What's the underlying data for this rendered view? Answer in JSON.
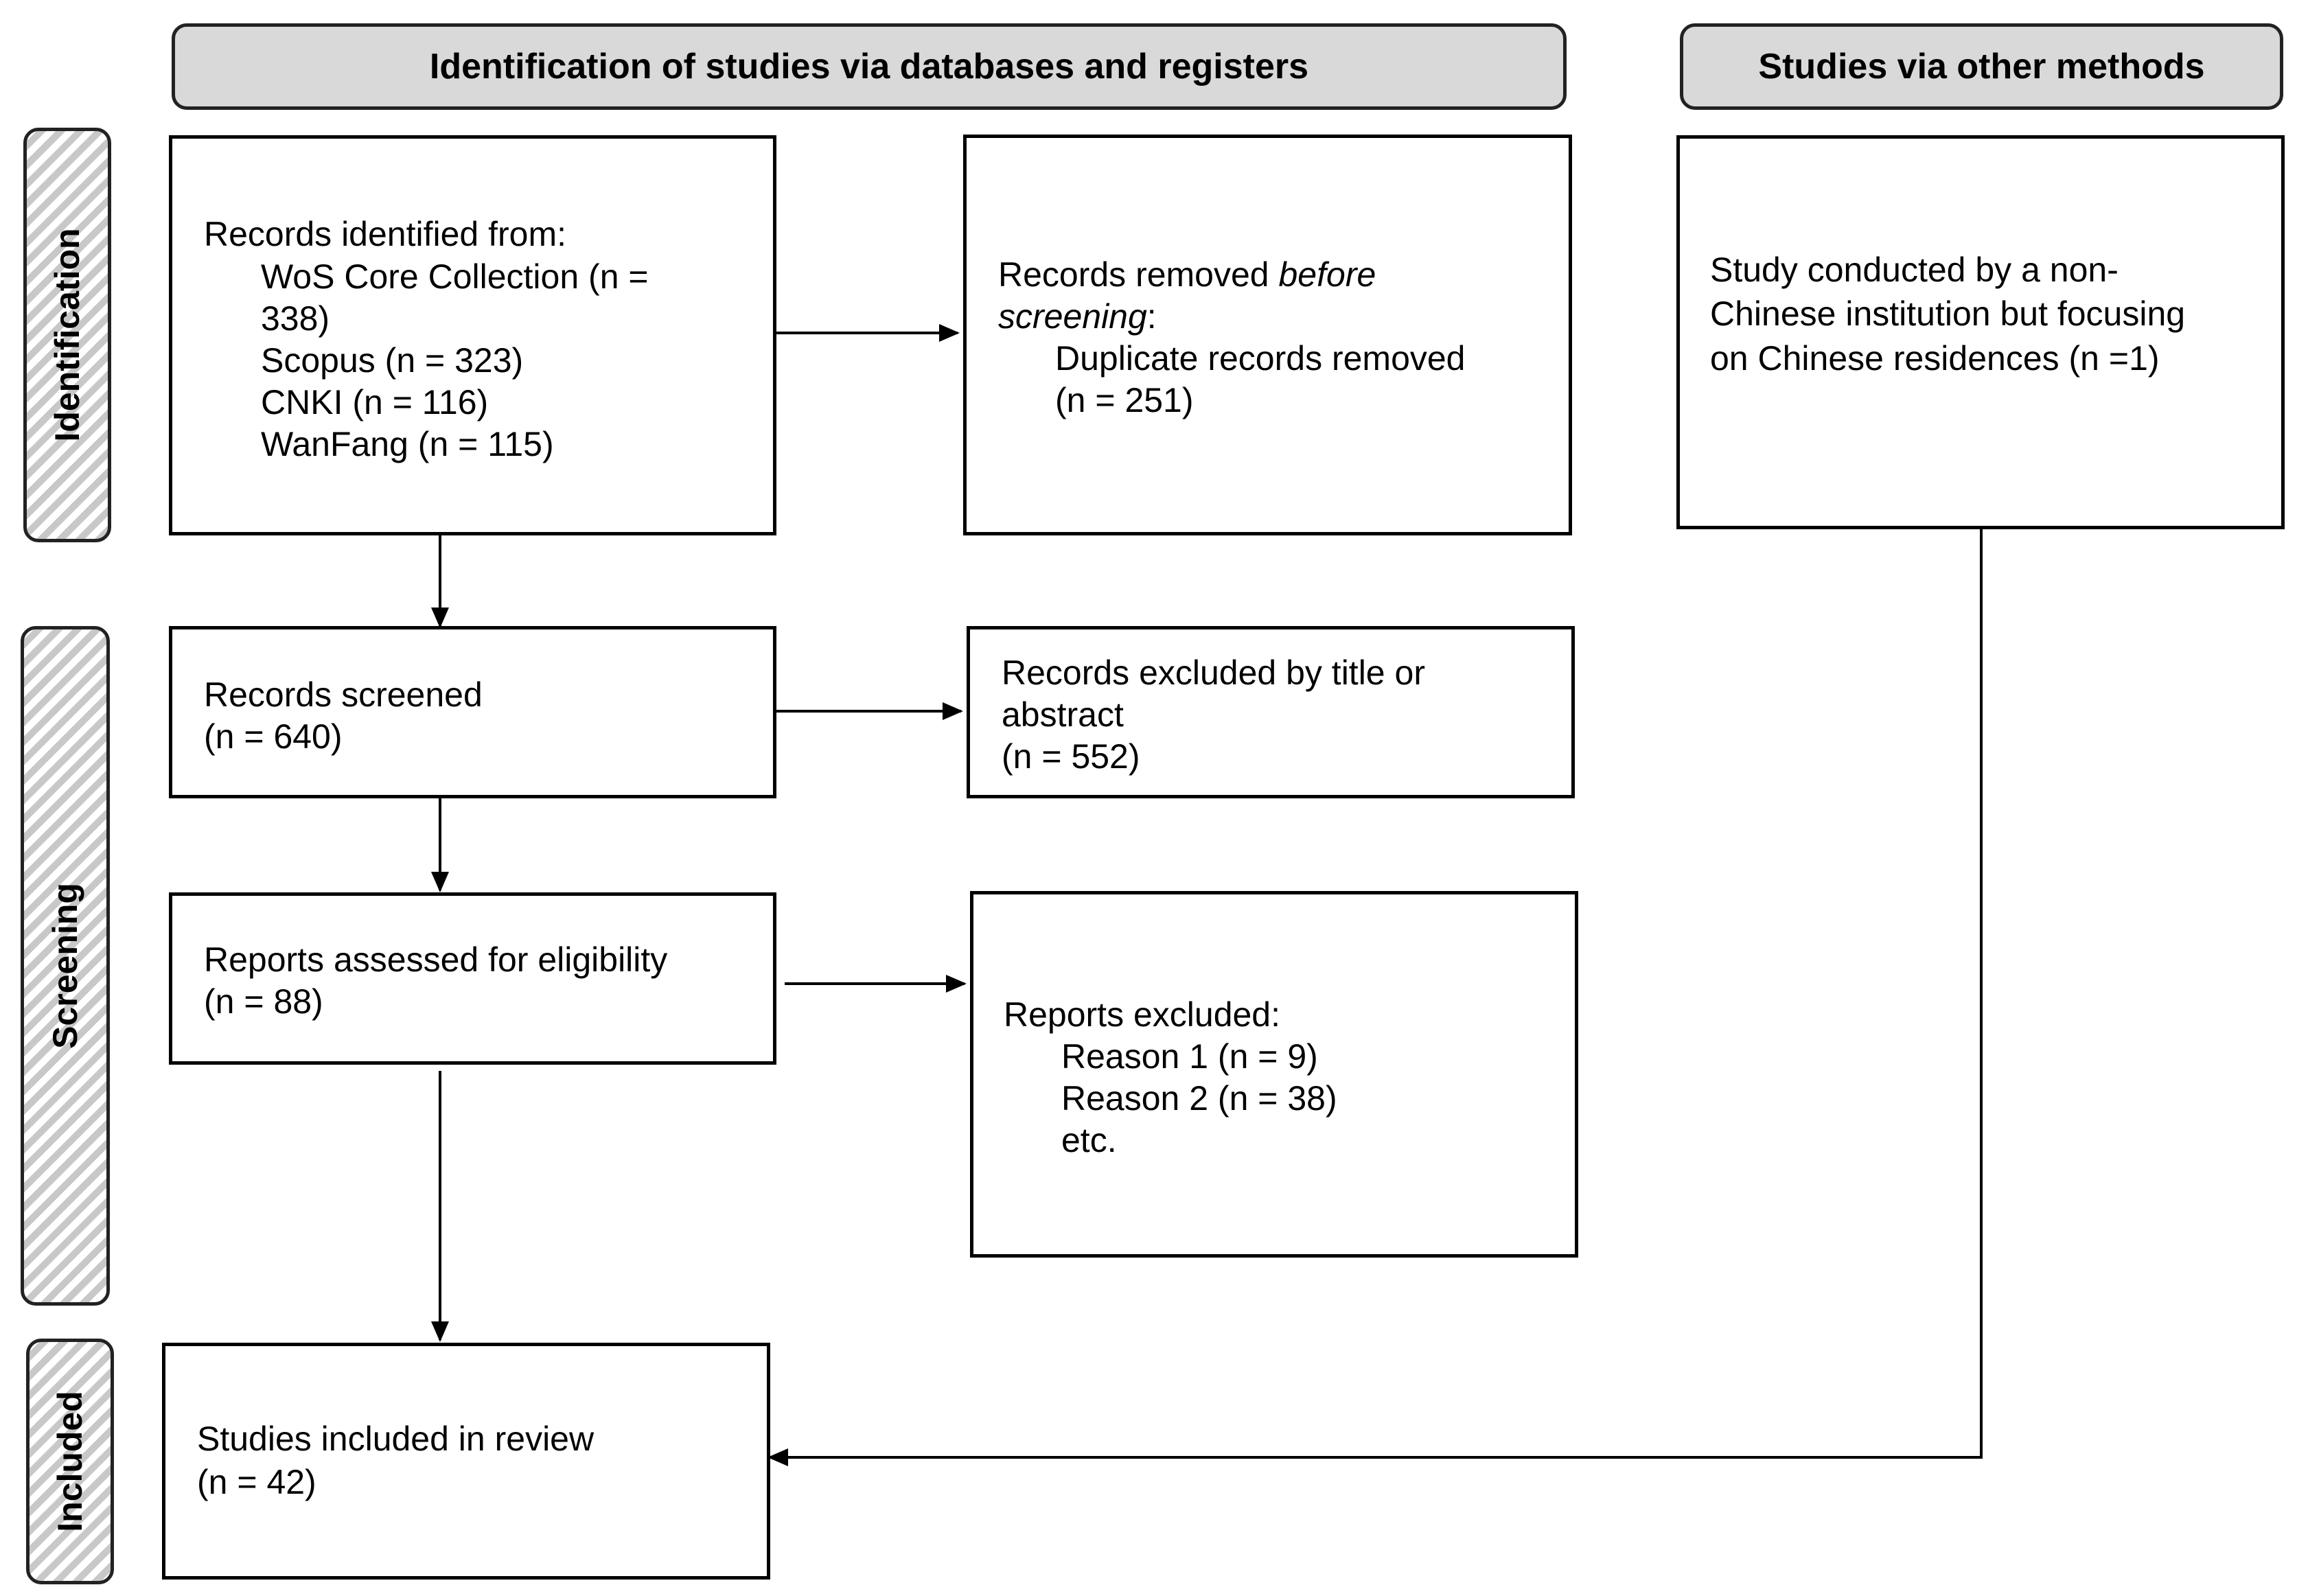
{
  "headers": {
    "databases": "Identification of studies via databases and registers",
    "other": "Studies via other methods"
  },
  "phases": {
    "identification": "Identification",
    "screening": "Screening",
    "included": "Included"
  },
  "identified": {
    "title": "Records identified from:",
    "sources": [
      {
        "label": "WoS Core Collection (n =",
        "cont": "338)"
      },
      {
        "label": "Scopus (n = 323)"
      },
      {
        "label": "CNKI (n = 116)"
      },
      {
        "label": "WanFang (n = 115)"
      }
    ]
  },
  "removed": {
    "line1_prefix": "Records removed ",
    "line1_italic": "before",
    "line2_italic": "screening",
    "line2_suffix": ":",
    "item": "Duplicate records removed",
    "count": "(n = 251)"
  },
  "other_study": {
    "lines": [
      "Study conducted by a non-",
      "Chinese institution but focusing",
      "on Chinese residences (n =1)"
    ]
  },
  "screened": {
    "title": "Records screened",
    "count": "(n = 640)"
  },
  "excluded_title": {
    "lines": [
      "Records excluded by title or",
      "abstract",
      "(n = 552)"
    ]
  },
  "assessed": {
    "title": "Reports assessed for eligibility",
    "count": "(n = 88)"
  },
  "reports_excluded": {
    "title": "Reports excluded:",
    "reasons": [
      "Reason 1 (n = 9)",
      "Reason 2 (n = 38)",
      "etc."
    ]
  },
  "included": {
    "title": "Studies included in review",
    "count": "(n = 42)"
  }
}
